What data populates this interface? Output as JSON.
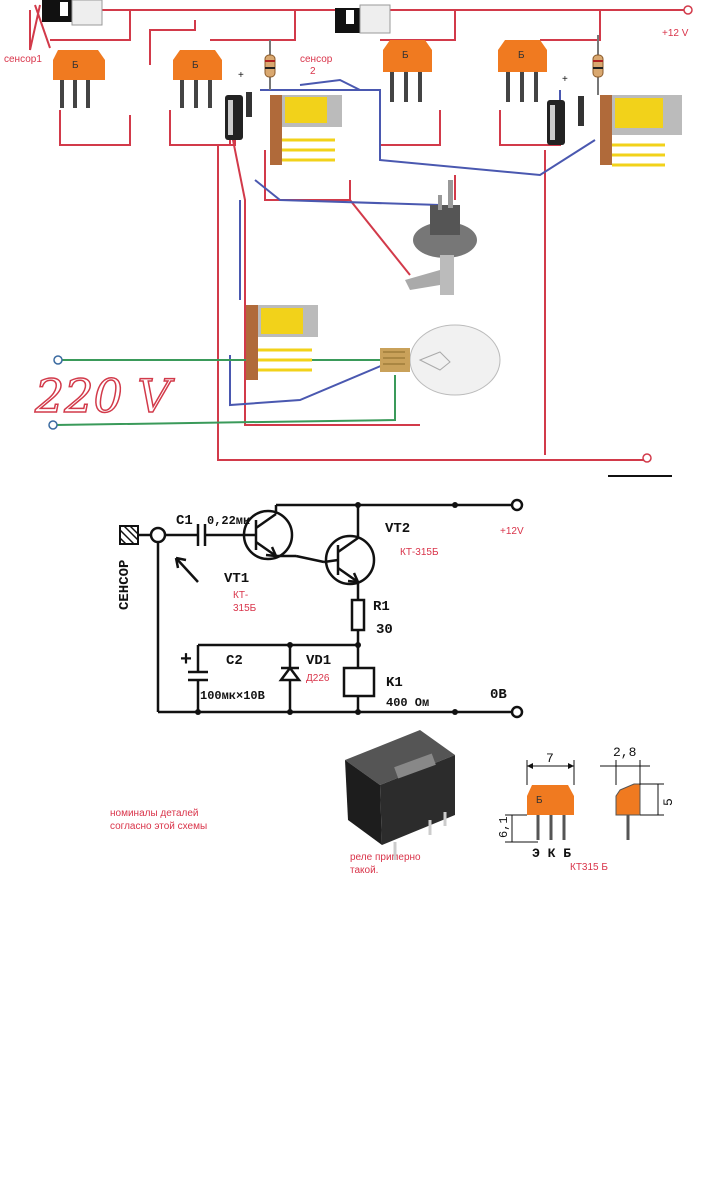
{
  "wiring": {
    "sensor1": "сенсор1",
    "sensor2_line1": "сенсор",
    "sensor2_line2": "2",
    "supply_top": "+12 V",
    "mains": "220 V",
    "transistor_letter": "Б",
    "plus_sign": "+"
  },
  "schematic": {
    "sensor": "СЕНСОР",
    "c1": "C1",
    "c1_value": "0,22мк",
    "vt1": "VT1",
    "vt1_type_line1": "КТ-",
    "vt1_type_line2": "315Б",
    "vt2": "VT2",
    "vt2_type": "КТ-315Б",
    "supply": "+12V",
    "r1": "R1",
    "r1_value": "30",
    "c2": "C2",
    "c2_value": "100мк×10В",
    "vd1": "VD1",
    "vd1_type": "Д226",
    "k1": "K1",
    "k1_value": "400 Ом",
    "ground": "0В",
    "plus": "+"
  },
  "notes": {
    "values_line1": "номиналы деталей",
    "values_line2": "согласно этой схемы",
    "relay_line1": "реле примерно",
    "relay_line2": "такой.",
    "part_name": "КТ315 Б"
  },
  "package": {
    "width": "7",
    "height": "6,1",
    "thickness": "2,8",
    "body": "5",
    "pins": "Э К Б",
    "letter": "Б"
  },
  "colors": {
    "wire_red": "#d23a4a",
    "wire_blue": "#4a58b0",
    "wire_green": "#3a9a5a",
    "transistor_orange": "#f07a20",
    "coil_yellow": "#f2d21a"
  }
}
